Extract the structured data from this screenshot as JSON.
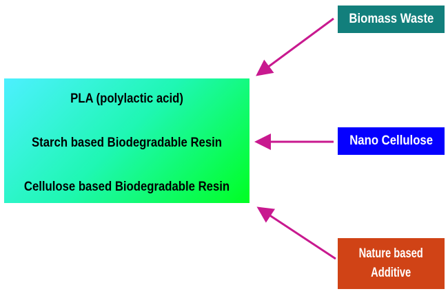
{
  "center": {
    "lines": [
      "PLA (polylactic acid)",
      "Starch based Biodegradable Resin",
      "Cellulose based Biodegradable Resin"
    ]
  },
  "inputs": [
    {
      "label": "Biomass Waste",
      "color": "#127f7c"
    },
    {
      "label": "Nano Cellulose",
      "color": "#0500ff"
    },
    {
      "label_lines": [
        "Nature based",
        "Additive"
      ],
      "color": "#d04316"
    }
  ],
  "arrow_color": "#c8198f",
  "box_gradient": [
    "#4df0ff",
    "#1ff7b3",
    "#00ff22"
  ]
}
